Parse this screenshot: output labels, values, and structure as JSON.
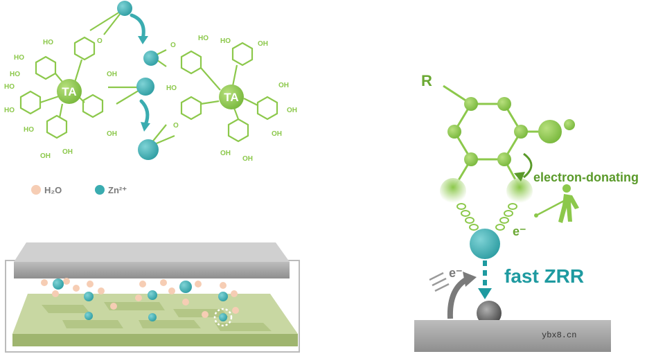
{
  "labels": {
    "ta_left": "TA",
    "ta_right": "TA",
    "hydroxyl": "HO",
    "hydroxyl_alt": "OH",
    "oxygen": "O",
    "legend_water": "H₂O",
    "legend_zinc": "Zn²⁺",
    "r_group": "R",
    "electron_donating": "electron-donating",
    "electron_right": "e⁻",
    "electron_left": "e⁻",
    "fast_zrr": "fast ZRR",
    "watermark": "ybx8.cn"
  },
  "colors": {
    "green": "#8cc84b",
    "dark_green": "#5a9a2a",
    "teal": "#3aacb0",
    "teal_dark": "#1e9aa0",
    "water": "#f6cdb4",
    "gray": "#9a9a9a",
    "electrode_green": "#b9cc8e"
  },
  "icons": [
    "curved-arrow-icon",
    "person-pushing-icon",
    "zinc-deposit-icon"
  ]
}
